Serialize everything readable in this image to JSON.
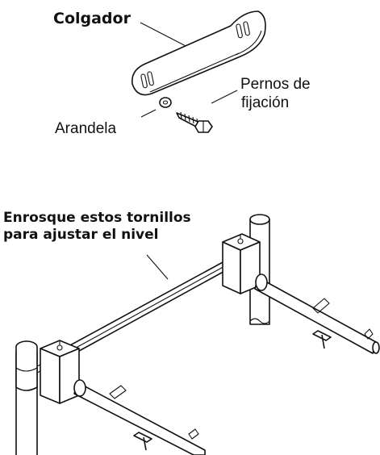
{
  "labels": {
    "hanger": "Colgador",
    "bolts_line1": "Pernos de",
    "bolts_line2": "fijación",
    "washer": "Arandela",
    "screws_line1": "Enrosque estos tornillos",
    "screws_line2": "para ajustar el nivel"
  }
}
